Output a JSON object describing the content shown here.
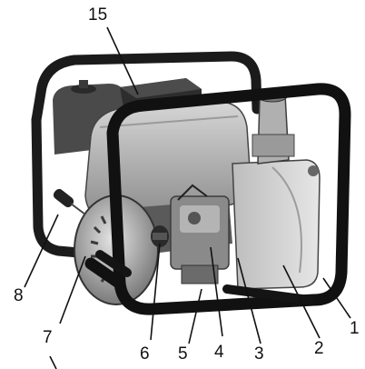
{
  "figure": {
    "subject": "water pump",
    "callouts": [
      {
        "id": "c1",
        "number": "1"
      },
      {
        "id": "c2",
        "number": "2"
      },
      {
        "id": "c3",
        "number": "3"
      },
      {
        "id": "c4",
        "number": "4"
      },
      {
        "id": "c5",
        "number": "5"
      },
      {
        "id": "c6",
        "number": "6"
      },
      {
        "id": "c7",
        "number": "7"
      },
      {
        "id": "c8",
        "number": "8"
      },
      {
        "id": "c15",
        "number": "15"
      }
    ]
  }
}
